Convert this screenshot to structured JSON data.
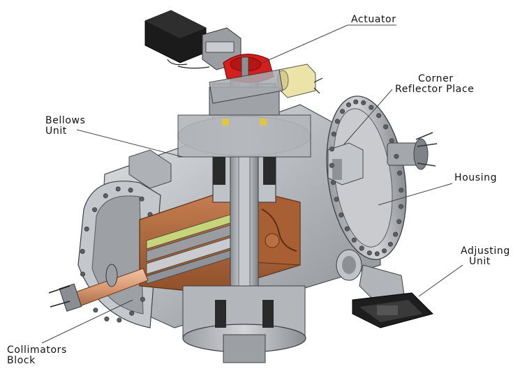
{
  "labels": {
    "actuator": "Actuator",
    "corner_reflector_line1": "Corner",
    "corner_reflector_line2": "Reflector Place",
    "bellows_line1": "Bellows",
    "bellows_line2": "Unit",
    "housing": "Housing",
    "adjusting_line1": "Adjusting",
    "adjusting_line2": "Unit",
    "collimators_line1": "Collimators",
    "collimators_line2": "Block"
  },
  "colors": {
    "housing_steel": "#b9bcc0",
    "collimator_copper": "#b06a3c",
    "actuator_red": "#d41f1f",
    "motor_black": "#1b1b1b",
    "cylinder_cream": "#ece3a8",
    "rod_green": "#c8d47a"
  }
}
